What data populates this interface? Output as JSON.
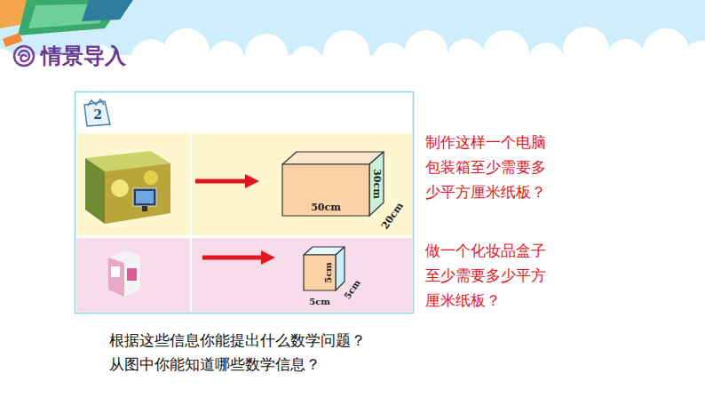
{
  "diagram": {
    "title": "情景导入",
    "labels": [
      "2",
      "50cm",
      "30cm",
      "20cm",
      "5cm",
      "5cm",
      "5cm",
      "制作这样一个电脑包装箱至少需要多少平方厘米纸板？",
      "做一个化妆品盒子至少需要多少平方厘米纸板？",
      "根据这些信息你能提出什么数学问题？",
      "从图中你能知道哪些数学信息？"
    ]
  }
}
